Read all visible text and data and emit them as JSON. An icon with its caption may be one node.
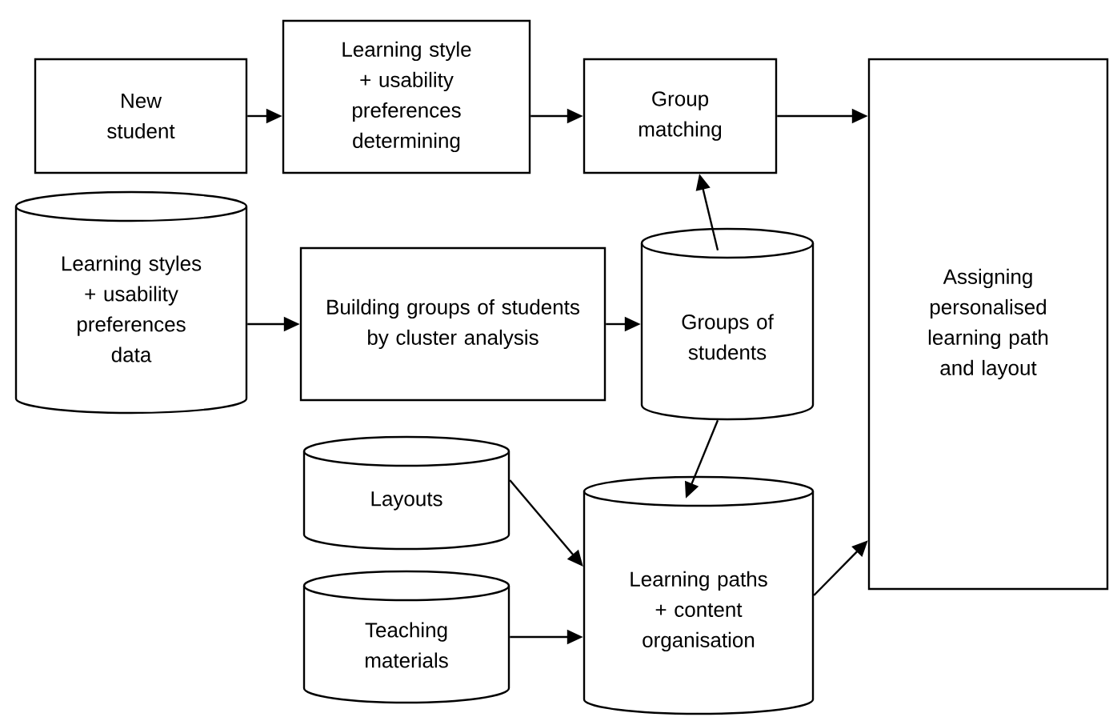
{
  "diagram": {
    "nodes": [
      {
        "text": [
          "New student"
        ]
      },
      {
        "text": [
          "Learning style + usability preferences determining"
        ]
      },
      {
        "text": [
          "Group matching"
        ]
      },
      {
        "text": [
          "Assigning personalised learning path and layout"
        ]
      },
      {
        "text": [
          "Learning styles + usability preferences data"
        ]
      },
      {
        "text": [
          "Building groups of students by cluster analysis"
        ]
      },
      {
        "text": [
          "Groups of students"
        ]
      },
      {
        "text": [
          "Layouts"
        ]
      },
      {
        "text": [
          "Teaching materials"
        ]
      },
      {
        "text": [
          "Learning paths + content organisation"
        ]
      }
    ],
    "edges": [
      {
        "from": 0,
        "to": 1,
        "arrow": "to"
      },
      {
        "from": 1,
        "to": 2,
        "arrow": "to"
      },
      {
        "from": 2,
        "to": 3,
        "arrow": "to"
      },
      {
        "from": 4,
        "to": 5,
        "arrow": "to"
      },
      {
        "from": 5,
        "to": 6,
        "arrow": "to"
      },
      {
        "from": 6,
        "to": 2,
        "arrow": "to"
      },
      {
        "from": 6,
        "to": 9,
        "arrow": "to"
      },
      {
        "from": 7,
        "to": 9,
        "arrow": "to"
      },
      {
        "from": 8,
        "to": 9,
        "arrow": "to"
      },
      {
        "from": 9,
        "to": 3,
        "arrow": "to"
      }
    ]
  }
}
